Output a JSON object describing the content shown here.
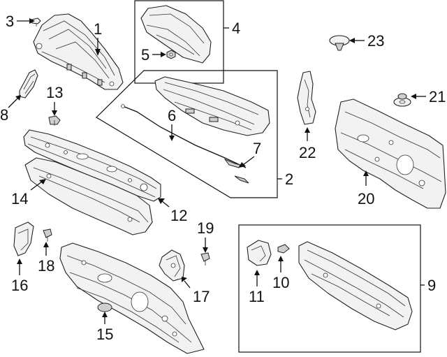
{
  "callouts": {
    "n1": "1",
    "n2": "2",
    "n3": "3",
    "n4": "4",
    "n5": "5",
    "n6": "6",
    "n7": "7",
    "n8": "8",
    "n9": "9",
    "n10": "10",
    "n11": "11",
    "n12": "12",
    "n13": "13",
    "n14": "14",
    "n15": "15",
    "n16": "16",
    "n17": "17",
    "n18": "18",
    "n19": "19",
    "n20": "20",
    "n21": "21",
    "n22": "22",
    "n23": "23"
  }
}
